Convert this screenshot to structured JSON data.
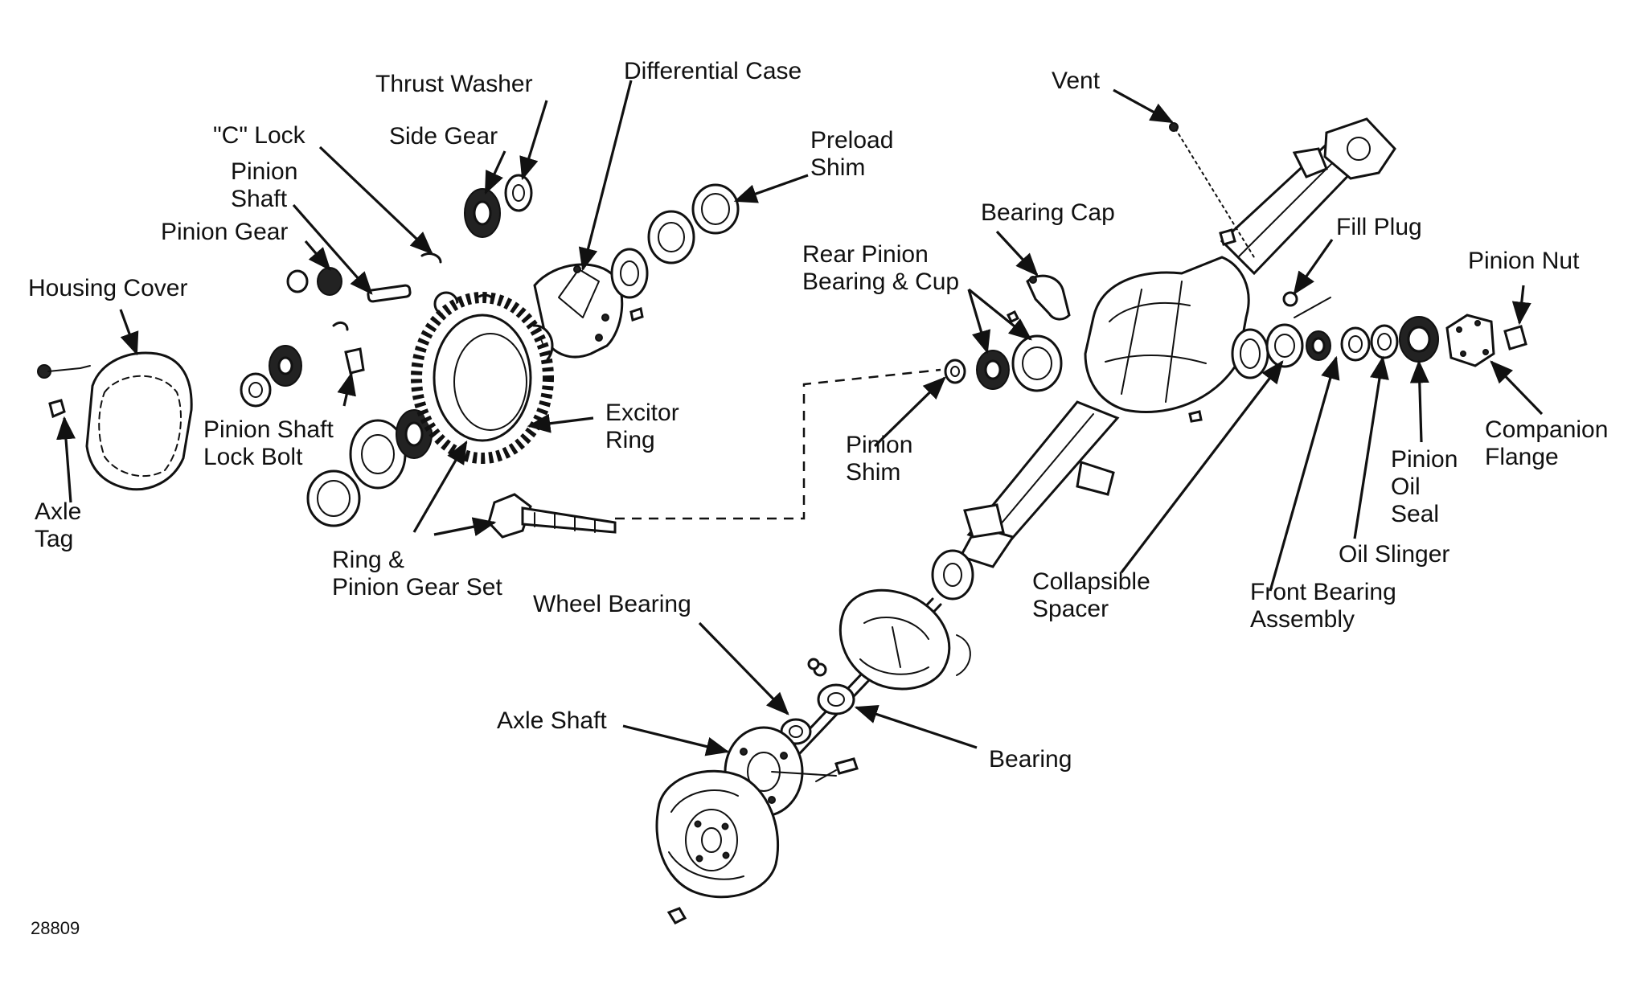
{
  "figure_number": "28809",
  "labels": {
    "thrust_washer": "Thrust Washer",
    "differential_case": "Differential Case",
    "c_lock": "\"C\" Lock",
    "side_gear": "Side Gear",
    "preload_shim": "Preload\nShim",
    "pinion_shaft": "Pinion\nShaft",
    "pinion_gear": "Pinion Gear",
    "housing_cover": "Housing Cover",
    "pinion_shaft_lock_bolt": "Pinion Shaft\nLock Bolt",
    "axle_tag": "Axle\nTag",
    "excitor_ring": "Excitor\nRing",
    "ring_pinion_gear_set": "Ring &\nPinion Gear Set",
    "wheel_bearing": "Wheel Bearing",
    "axle_shaft": "Axle Shaft",
    "bearing": "Bearing",
    "vent": "Vent",
    "bearing_cap": "Bearing Cap",
    "fill_plug": "Fill Plug",
    "pinion_nut": "Pinion Nut",
    "rear_pinion_bearing_cup": "Rear Pinion\nBearing & Cup",
    "pinion_shim": "Pinion\nShim",
    "collapsible_spacer": "Collapsible\nSpacer",
    "front_bearing_assembly": "Front Bearing\nAssembly",
    "oil_slinger": "Oil Slinger",
    "pinion_oil_seal": "Pinion\nOil\nSeal",
    "companion_flange": "Companion\nFlange"
  }
}
